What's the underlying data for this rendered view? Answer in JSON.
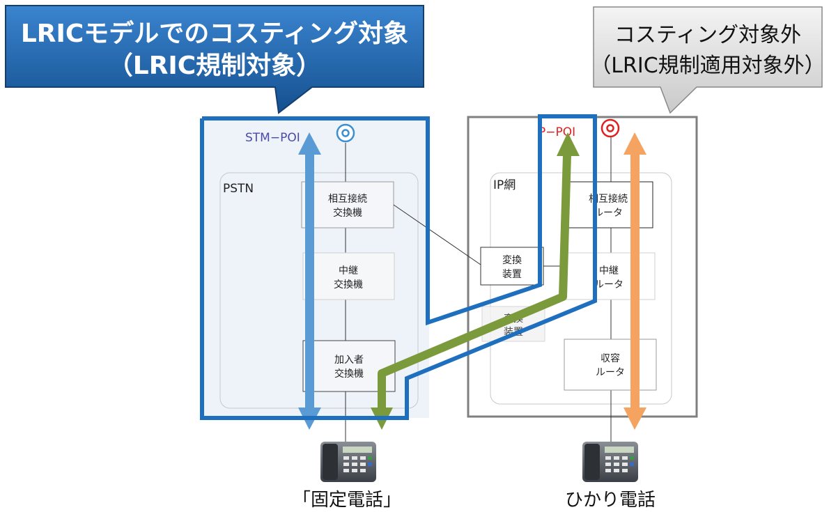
{
  "callout_left": {
    "line1": "LRICモデルでのコスティング対象",
    "line2": "（LRIC規制対象）"
  },
  "callout_right": {
    "line1": "コスティング対象外",
    "line2": "（LRIC規制適用対象外）"
  },
  "pstn": {
    "label": "PSTN",
    "poi_label": "STM−POI",
    "interconnect_switch": [
      "相互接続",
      "交換機"
    ],
    "relay_switch": [
      "中継",
      "交換機"
    ],
    "subscriber_switch": [
      "加入者",
      "交換機"
    ]
  },
  "ip": {
    "label": "IP網",
    "poi_label": "P−POI",
    "converter_upper": [
      "変換",
      "装置"
    ],
    "converter_lower": [
      "変換",
      "装置"
    ],
    "interconnect_router": [
      "相互接続",
      "ルータ"
    ],
    "relay_router": [
      "中継",
      "ルータ"
    ],
    "access_router": [
      "収容",
      "ルータ"
    ]
  },
  "captions": {
    "fixed_phone": "「固定電話」",
    "hikari_phone": "ひかり電話"
  },
  "colors": {
    "callout_left": "#2a6db0",
    "callout_right": "#d8d8d8",
    "costing_outline": "#1f6fbf",
    "blue_arrow": "#5b9bd5",
    "green_arrow": "#7a9a3c",
    "orange_arrow": "#f4a460",
    "stm_poi_text": "#4a4aa8",
    "ip_poi_text": "#e02020"
  }
}
